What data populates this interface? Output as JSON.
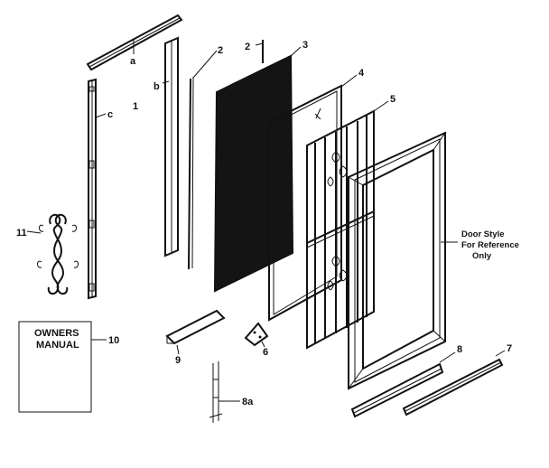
{
  "callouts": {
    "a": "a",
    "b": "b",
    "c": "c",
    "p1": "1",
    "p2": "2",
    "p3": "3",
    "p4": "4",
    "p5": "5",
    "p6": "6",
    "p7": "7",
    "p8": "8",
    "p8a": "8a",
    "p9": "9",
    "p10": "10",
    "p11": "11"
  },
  "manual": {
    "line1": "OWNERS",
    "line2": "MANUAL"
  },
  "note": {
    "line1": "Door Style",
    "line2": "For Reference",
    "line3": "Only"
  }
}
